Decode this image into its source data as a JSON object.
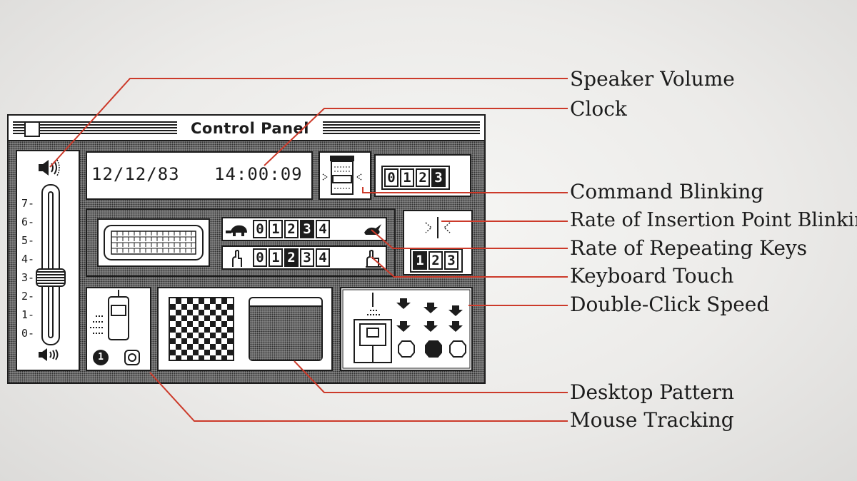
{
  "window": {
    "title": "Control Panel"
  },
  "clock": {
    "date": "12/12/83",
    "time": "14:00:09"
  },
  "volume": {
    "ticks": [
      "7",
      "6",
      "5",
      "4",
      "3",
      "2",
      "1",
      "0"
    ],
    "level": 3
  },
  "command_blinking": {
    "options": [
      "0",
      "1",
      "2",
      "3"
    ],
    "selected": "3"
  },
  "repeat_rate": {
    "options": [
      "0",
      "1",
      "2",
      "3",
      "4"
    ],
    "selected": "3"
  },
  "keyboard_touch": {
    "options": [
      "0",
      "1",
      "2",
      "3",
      "4"
    ],
    "selected": "2"
  },
  "insertion_blink": {
    "options": [
      "1",
      "2",
      "3"
    ],
    "selected": "1"
  },
  "mouse_tracking": {
    "options": [
      "1",
      "0"
    ]
  },
  "callouts": {
    "speaker_volume": "Speaker Volume",
    "clock": "Clock",
    "command_blinking": "Command Blinking",
    "insertion_point_blinking": "Rate of Insertion Point Blinking",
    "repeating_keys": "Rate of Repeating Keys",
    "keyboard_touch": "Keyboard Touch",
    "double_click_speed": "Double-Click Speed",
    "desktop_pattern": "Desktop Pattern",
    "mouse_tracking": "Mouse Tracking"
  },
  "colors": {
    "callout_line": "#cc3a2a",
    "ink": "#1c1c1c",
    "gray_pattern": "#8a8a8a"
  }
}
